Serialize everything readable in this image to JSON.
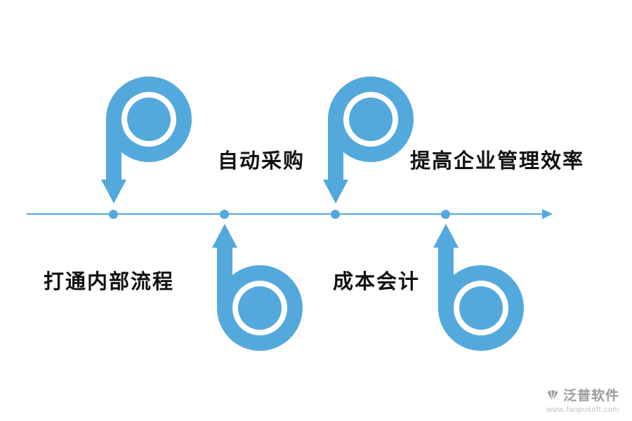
{
  "colors": {
    "accent": "#54a9dc",
    "label_text": "#111111",
    "logo_text": "#9b9b9b",
    "logo_url_text": "#c7c3bc"
  },
  "labels": {
    "auto_purchase": "自动采购",
    "improve_management": "提高企业管理效率",
    "open_internal_process": "打通内部流程",
    "cost_accounting": "成本会计"
  },
  "logo": {
    "name": "泛普软件",
    "url": "www.fanpusoft.com"
  }
}
